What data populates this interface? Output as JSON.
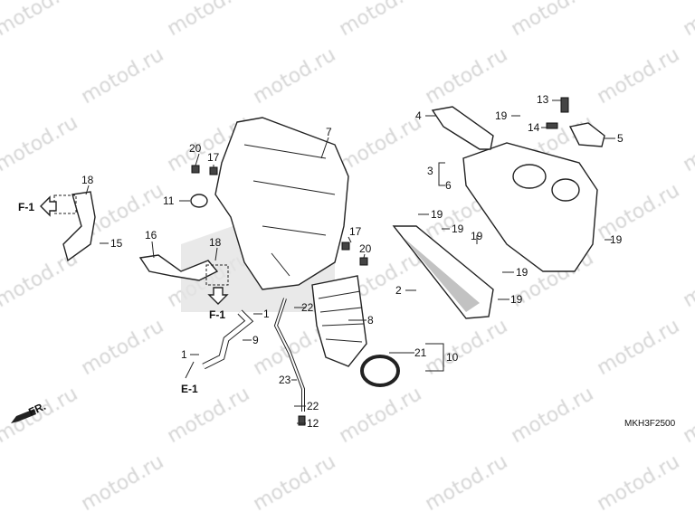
{
  "watermark": "motod.ru",
  "diagram_code": "MKH3F2500",
  "front_indicator": "FR.",
  "callouts": {
    "c7": "7",
    "c20a": "20",
    "c17a": "17",
    "c11": "11",
    "c18a": "18",
    "c15": "15",
    "c16": "16",
    "c18b": "18",
    "c1a": "1",
    "c9": "9",
    "c1b": "1",
    "c22a": "22",
    "c8": "8",
    "c23": "23",
    "c22b": "22",
    "c12": "12",
    "c17b": "17",
    "c20b": "20",
    "c21": "21",
    "c10": "10",
    "c2": "2",
    "c3": "3",
    "c6": "6",
    "c4": "4",
    "c13": "13",
    "c14": "14",
    "c5": "5",
    "c19a": "19",
    "c19b": "19",
    "c19c": "19",
    "c19d": "19",
    "c19e": "19",
    "c19f": "19",
    "c19g": "19"
  },
  "references": {
    "f1_left": "F-1",
    "f1_center": "F-1",
    "e1": "E-1"
  }
}
